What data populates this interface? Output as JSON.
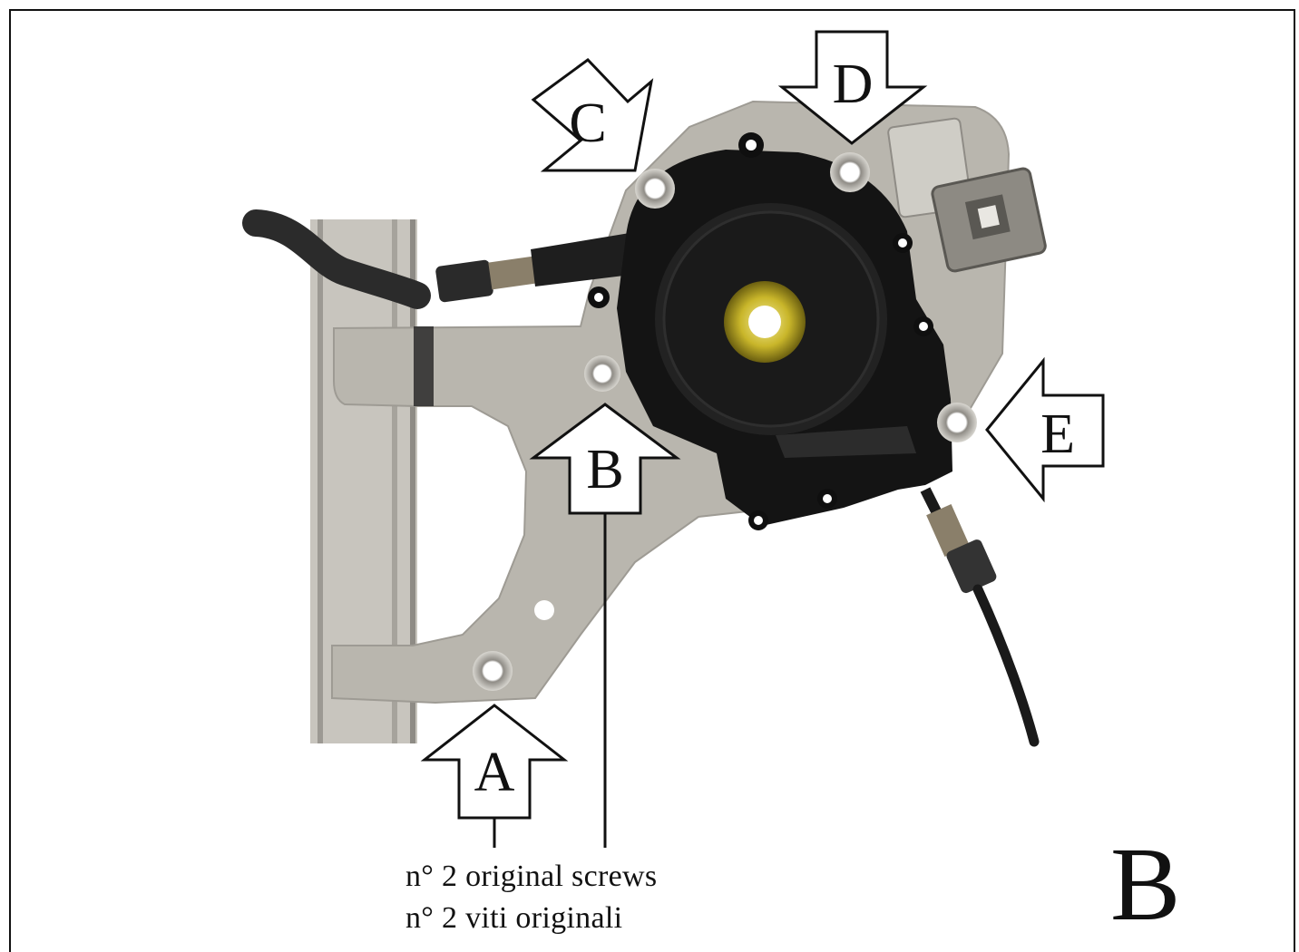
{
  "figure_letter": "B",
  "arrows": {
    "a": "A",
    "b": "B",
    "c": "C",
    "d": "D",
    "e": "E"
  },
  "caption": {
    "line1": "n° 2 original screws",
    "line2": "n° 2 viti originali"
  },
  "colors": {
    "bracket": "#b9b6ae",
    "rail": "#c8c5be",
    "motor": "#141414",
    "cable": "#1a1a1a",
    "gear": "#c9b62a"
  }
}
